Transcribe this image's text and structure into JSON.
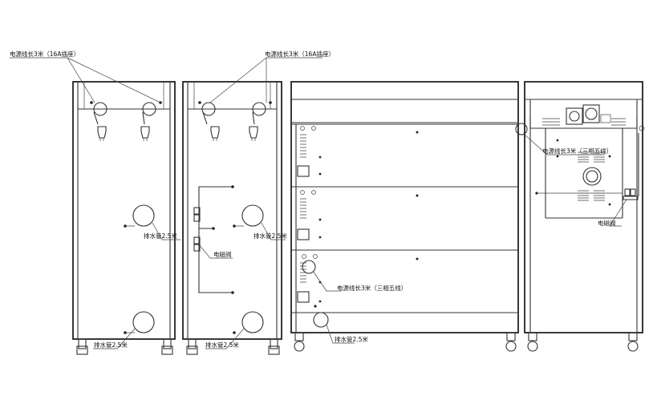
{
  "labels": {
    "power_cord_16a": "电源线长3米（16A插座）",
    "drain_pipe": "排水管2.5米",
    "solenoid_valve": "电磁阀",
    "power_cord_three_phase": "电源线长3米（三相五线）"
  }
}
